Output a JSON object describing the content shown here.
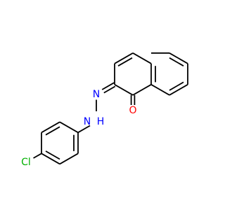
{
  "molecule": {
    "atoms": {
      "nitrogen_a": {
        "label": "N",
        "color": "#0000ff"
      },
      "nitrogen_b": {
        "label": "N",
        "color": "#0000ff"
      },
      "hydrogen": {
        "label": "H",
        "color": "#0000ff"
      },
      "oxygen": {
        "label": "O",
        "color": "#ff0000"
      },
      "chlorine": {
        "label": "Cl",
        "color": "#00b000"
      }
    }
  }
}
